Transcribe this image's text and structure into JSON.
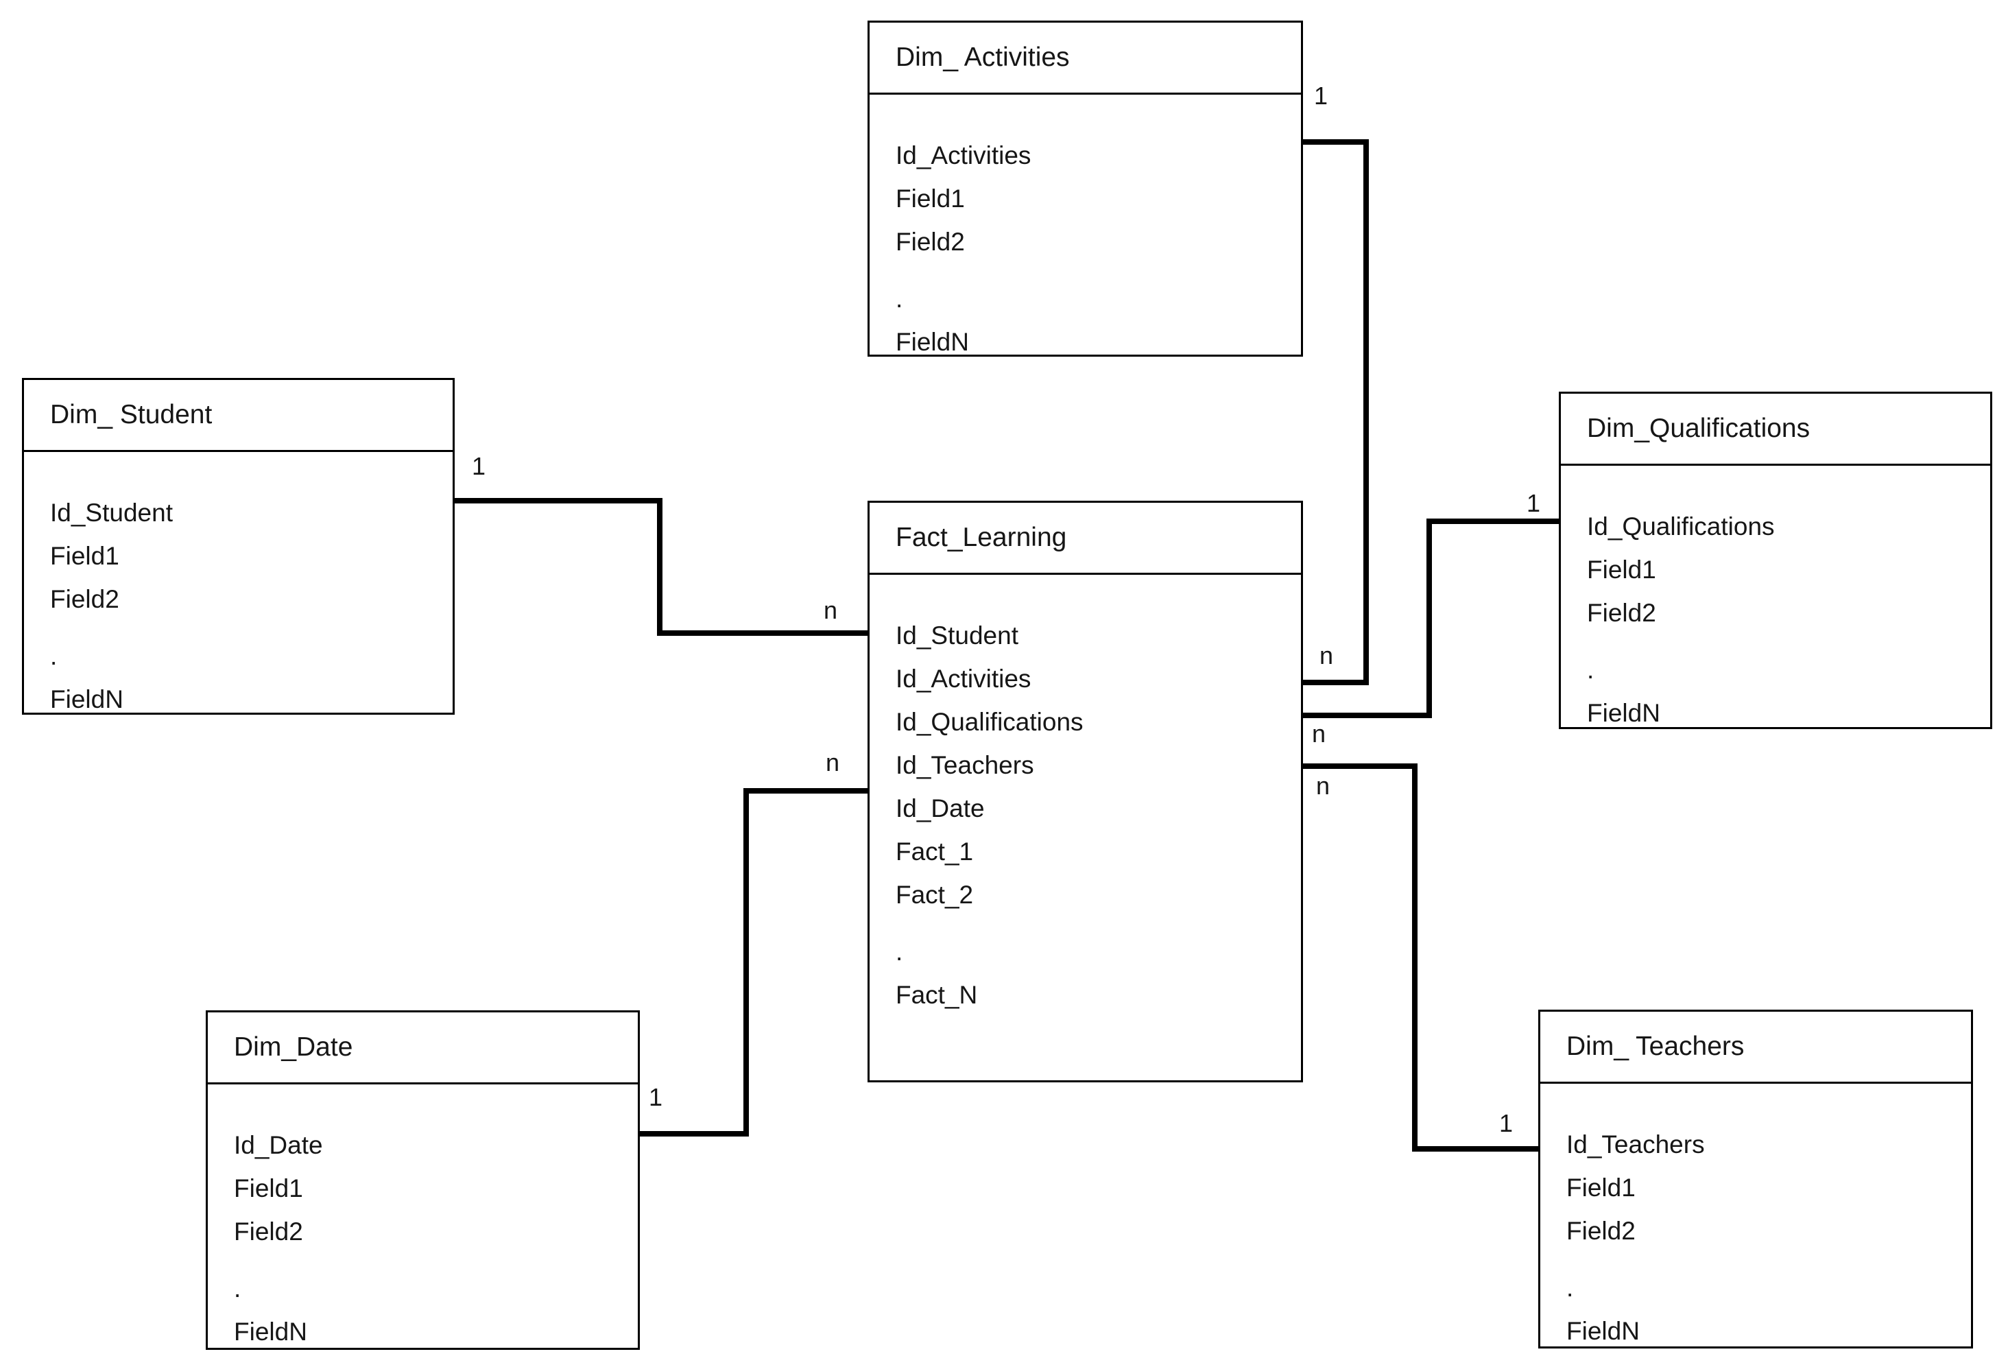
{
  "diagram": {
    "type": "star-schema-entity-relationship",
    "colors": {
      "line": "#000000",
      "text": "#161616",
      "background": "#ffffff"
    },
    "tables": [
      {
        "id": "dim_activities",
        "title": "Dim_ Activities",
        "fields": [
          "Id_Activities",
          "Field1",
          "Field2",
          ".",
          "FieldN"
        ]
      },
      {
        "id": "dim_student",
        "title": "Dim_ Student",
        "fields": [
          "Id_Student",
          "Field1",
          "Field2",
          ".",
          "FieldN"
        ]
      },
      {
        "id": "dim_qualifications",
        "title": "Dim_Qualifications",
        "fields": [
          "Id_Qualifications",
          "Field1",
          "Field2",
          ".",
          "FieldN"
        ]
      },
      {
        "id": "fact_learning",
        "title": "Fact_Learning",
        "fields": [
          "Id_Student",
          "Id_Activities",
          "Id_Qualifications",
          "Id_Teachers",
          "Id_Date",
          "Fact_1",
          "Fact_2",
          ".",
          "Fact_N"
        ]
      },
      {
        "id": "dim_date",
        "title": "Dim_Date",
        "fields": [
          "Id_Date",
          "Field1",
          "Field2",
          ".",
          "FieldN"
        ]
      },
      {
        "id": "dim_teachers",
        "title": "Dim_ Teachers",
        "fields": [
          "Id_Teachers",
          "Field1",
          "Field2",
          ".",
          "FieldN"
        ]
      }
    ],
    "relationships": [
      {
        "from": "Dim_ Student",
        "to": "Fact_Learning",
        "dim_card": "1",
        "fact_card": "n"
      },
      {
        "from": "Dim_ Activities",
        "to": "Fact_Learning",
        "dim_card": "1",
        "fact_card": "n"
      },
      {
        "from": "Dim_Qualifications",
        "to": "Fact_Learning",
        "dim_card": "1",
        "fact_card": "n"
      },
      {
        "from": "Dim_ Teachers",
        "to": "Fact_Learning",
        "dim_card": "1",
        "fact_card": "n"
      },
      {
        "from": "Dim_Date",
        "to": "Fact_Learning",
        "dim_card": "1",
        "fact_card": "n"
      }
    ]
  }
}
